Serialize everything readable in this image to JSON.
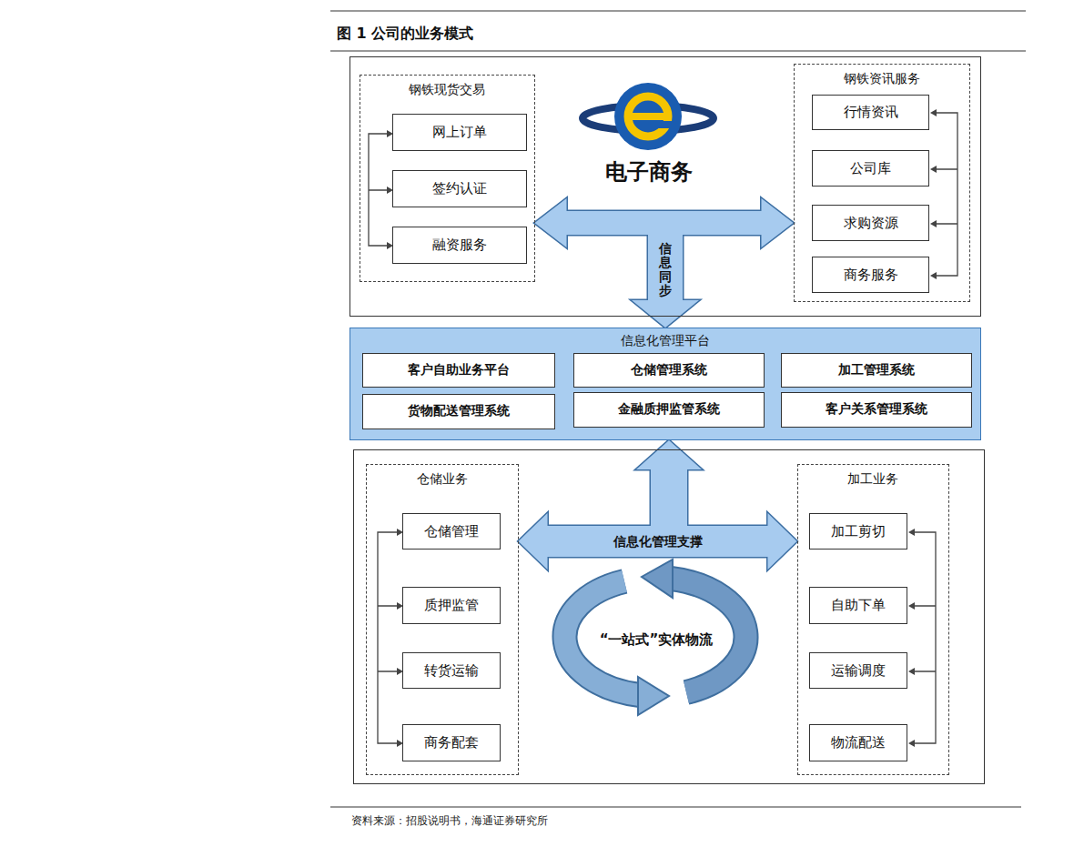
{
  "diagram": {
    "title": "图 1 公司的业务模式",
    "caption": "资料来源：招股说明书，海通证券研究所",
    "nodes": [
      {
        "text": [
          "电子商务"
        ]
      },
      {
        "text": [
          "钢铁现货交易"
        ],
        "in": 0
      },
      {
        "text": [
          "网上订单"
        ],
        "in": 1
      },
      {
        "text": [
          "签约认证"
        ],
        "in": 1
      },
      {
        "text": [
          "融资服务"
        ],
        "in": 1
      },
      {
        "text": [
          "钢铁资讯服务"
        ],
        "in": 0
      },
      {
        "text": [
          "行情资讯"
        ],
        "in": 5
      },
      {
        "text": [
          "公司库"
        ],
        "in": 5
      },
      {
        "text": [
          "求购资源"
        ],
        "in": 5
      },
      {
        "text": [
          "商务服务"
        ],
        "in": 5
      },
      {
        "text": [
          "信息化管理平台"
        ]
      },
      {
        "text": [
          "客户自助业务平台"
        ],
        "in": 10
      },
      {
        "text": [
          "仓储管理系统"
        ],
        "in": 10
      },
      {
        "text": [
          "加工管理系统"
        ],
        "in": 10
      },
      {
        "text": [
          "货物配送管理系统"
        ],
        "in": 10
      },
      {
        "text": [
          "金融质押监管系统"
        ],
        "in": 10
      },
      {
        "text": [
          "客户关系管理系统"
        ],
        "in": 10
      },
      {
        "text": [
          "“一站式”实体物流"
        ]
      },
      {
        "text": [
          "仓储业务"
        ],
        "in": 17
      },
      {
        "text": [
          "仓储管理"
        ],
        "in": 18
      },
      {
        "text": [
          "质押监管"
        ],
        "in": 18
      },
      {
        "text": [
          "转货运输"
        ],
        "in": 18
      },
      {
        "text": [
          "商务配套"
        ],
        "in": 18
      },
      {
        "text": [
          "加工业务"
        ],
        "in": 17
      },
      {
        "text": [
          "加工剪切"
        ],
        "in": 23
      },
      {
        "text": [
          "自助下单"
        ],
        "in": 23
      },
      {
        "text": [
          "运输调度"
        ],
        "in": 23
      },
      {
        "text": [
          "物流配送"
        ],
        "in": 23
      }
    ],
    "edges": [
      {
        "from": 1,
        "to": 5,
        "arrow": "both"
      },
      {
        "from": 18,
        "to": 23,
        "label": "信息化管理支撑",
        "arrow": "both"
      },
      {
        "from": 0,
        "to": 10,
        "label": "信息同步",
        "arrow": "to"
      },
      {
        "from": 17,
        "to": 10,
        "arrow": "to"
      }
    ]
  }
}
